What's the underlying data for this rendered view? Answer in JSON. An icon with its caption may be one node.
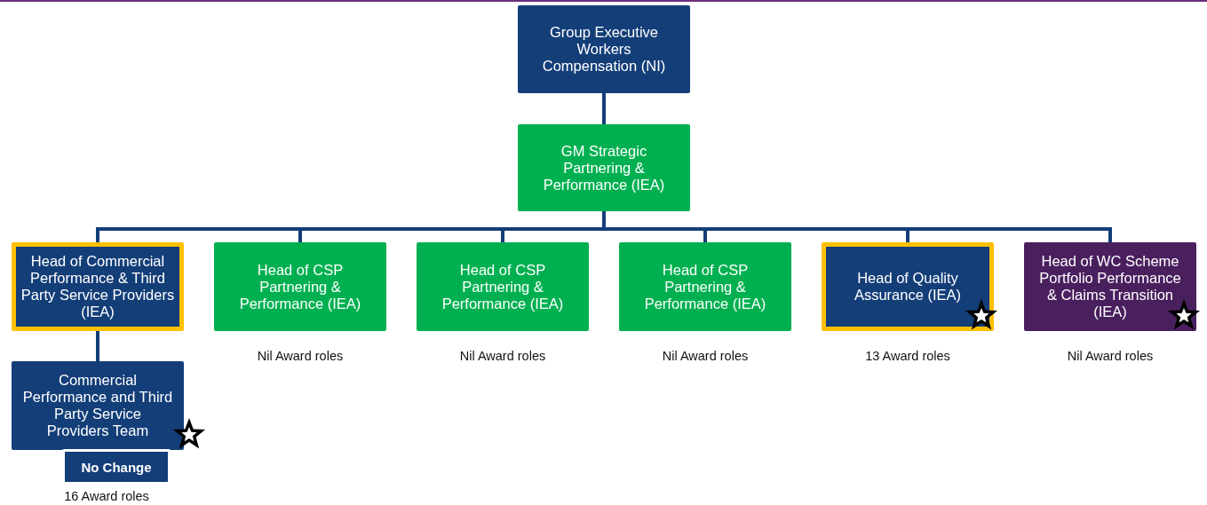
{
  "diagram": {
    "nodes": [
      {
        "text": [
          "Group Executive Workers Compensation (NI)"
        ]
      },
      {
        "text": [
          "GM Strategic Partnering & Performance (IEA)"
        ]
      },
      {
        "text": [
          "Head of Commercial Performance & Third Party Service Providers (IEA)"
        ]
      },
      {
        "text": [
          "Commercial Performance and Third Party Service Providers Team"
        ]
      },
      {
        "text": [
          "No Change"
        ],
        "beside": [
          "16 Award roles"
        ]
      },
      {
        "text": [
          "Head of CSP Partnering & Performance (IEA)"
        ],
        "beside": [
          "Nil Award roles"
        ]
      },
      {
        "text": [
          "Head of CSP Partnering & Performance (IEA)"
        ],
        "beside": [
          "Nil Award roles"
        ]
      },
      {
        "text": [
          "Head of CSP Partnering & Performance (IEA)"
        ],
        "beside": [
          "Nil Award roles"
        ]
      },
      {
        "text": [
          "Head of Quality Assurance (IEA)"
        ],
        "beside": [
          "13 Award roles"
        ]
      },
      {
        "text": [
          "Head of WC Scheme Portfolio Performance & Claims Transition (IEA)"
        ],
        "beside": [
          "Nil Award roles"
        ]
      }
    ],
    "edges": [
      {
        "from": 0,
        "to": 1,
        "arrow": "none"
      },
      {
        "from": 1,
        "to": 2,
        "arrow": "none"
      },
      {
        "from": 1,
        "to": 5,
        "arrow": "none"
      },
      {
        "from": 1,
        "to": 6,
        "arrow": "none"
      },
      {
        "from": 1,
        "to": 7,
        "arrow": "none"
      },
      {
        "from": 1,
        "to": 8,
        "arrow": "none"
      },
      {
        "from": 1,
        "to": 9,
        "arrow": "none"
      },
      {
        "from": 2,
        "to": 3,
        "arrow": "none"
      }
    ]
  }
}
